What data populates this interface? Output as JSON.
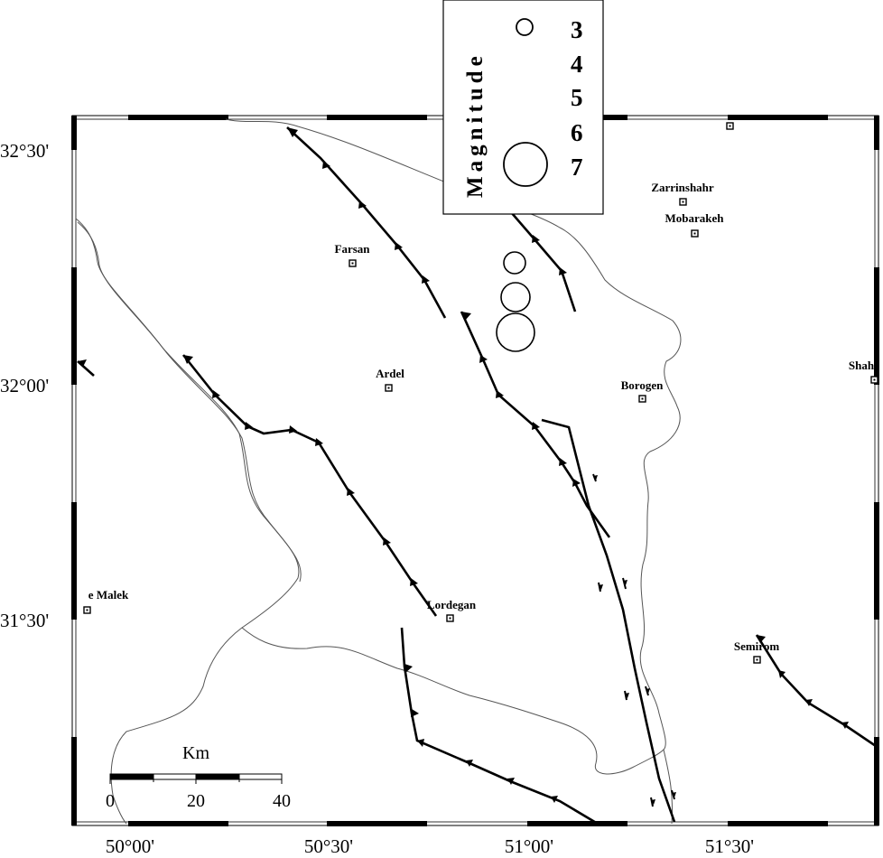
{
  "map": {
    "lat_labels": [
      "32°30'",
      "32°00'",
      "31°30'"
    ],
    "lon_labels": [
      "50°00'",
      "50°30'",
      "51°00'",
      "51°30'"
    ]
  },
  "cities": [
    {
      "name": "Zarrinshahr"
    },
    {
      "name": "Mobarakeh"
    },
    {
      "name": "Farsan"
    },
    {
      "name": "Ardel"
    },
    {
      "name": "Borogen"
    },
    {
      "name": "Shah"
    },
    {
      "name": "e Malek"
    },
    {
      "name": "Lordegan"
    },
    {
      "name": "Semirom"
    }
  ],
  "legend": {
    "title": "Magnitude",
    "magnitudes": [
      "3",
      "4",
      "5",
      "6",
      "7"
    ]
  },
  "scale_bar": {
    "unit": "Km",
    "labels": [
      "0",
      "20",
      "40"
    ]
  },
  "earthquakes": [
    {
      "magnitude": 5
    },
    {
      "magnitude": 5.5
    },
    {
      "magnitude": 6
    }
  ],
  "colors": {
    "ink": "#000000",
    "paper": "#ffffff",
    "border_line": "#555555"
  }
}
